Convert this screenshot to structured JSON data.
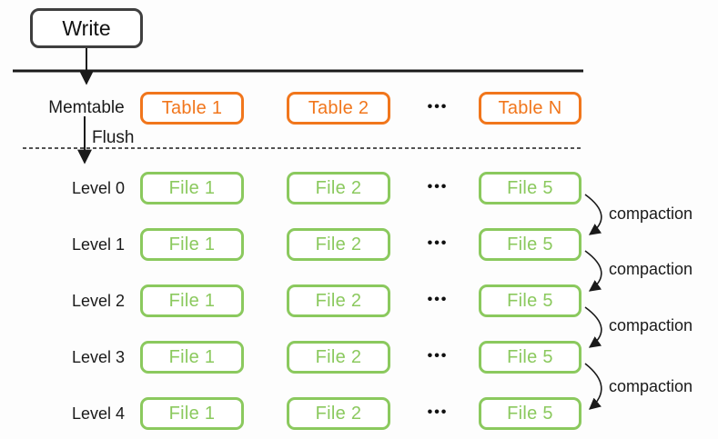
{
  "colors": {
    "orange": "#F1761C",
    "green": "#8BC95E",
    "dark": "#3F3F3F",
    "line": "#1A1A1A"
  },
  "write_box": {
    "label": "Write"
  },
  "memtable_row": {
    "label": "Memtable",
    "tables": [
      "Table 1",
      "Table 2",
      "Table N"
    ],
    "ellipsis": "•••"
  },
  "flush": {
    "label": "Flush"
  },
  "levels": [
    {
      "label": "Level 0",
      "files": [
        "File 1",
        "File 2",
        "File 5"
      ],
      "ellipsis": "•••"
    },
    {
      "label": "Level 1",
      "files": [
        "File 1",
        "File 2",
        "File 5"
      ],
      "ellipsis": "•••"
    },
    {
      "label": "Level 2",
      "files": [
        "File 1",
        "File 2",
        "File 5"
      ],
      "ellipsis": "•••"
    },
    {
      "label": "Level 3",
      "files": [
        "File 1",
        "File 2",
        "File 5"
      ],
      "ellipsis": "•••"
    },
    {
      "label": "Level 4",
      "files": [
        "File 1",
        "File 2",
        "File 5"
      ],
      "ellipsis": "•••"
    }
  ],
  "compaction_labels": [
    "compaction",
    "compaction",
    "compaction",
    "compaction"
  ]
}
